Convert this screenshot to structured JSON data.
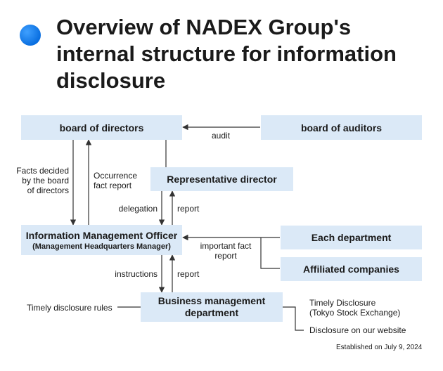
{
  "title": "Overview of NADEX Group's internal structure for information disclosure",
  "boxes": {
    "board_of_directors": "board of directors",
    "board_of_auditors": "board of auditors",
    "representative_director": "Representative director",
    "info_officer": "Information Management Officer",
    "info_officer_sub": "(Management Headquarters Manager)",
    "each_department": "Each department",
    "affiliated_companies": "Affiliated companies",
    "business_mgmt_line1": "Business management",
    "business_mgmt_line2": "department"
  },
  "labels": {
    "audit": "audit",
    "facts_decided_1": "Facts decided",
    "facts_decided_2": "by the board",
    "facts_decided_3": "of directors",
    "occurrence_1": "Occurrence",
    "occurrence_2": "fact report",
    "delegation": "delegation",
    "report_upper": "report",
    "important_1": "important fact",
    "important_2": "report",
    "instructions": "instructions",
    "report_lower": "report",
    "timely_rules": "Timely disclosure rules",
    "timely_disclosure_1": "Timely Disclosure",
    "timely_disclosure_2": "(Tokyo Stock Exchange)",
    "website": "Disclosure on our website",
    "established": "Established on July 9, 2024"
  },
  "colors": {
    "box_fill": "#dbe9f7",
    "accent_dot": "#1a82f0",
    "line": "#333333"
  }
}
